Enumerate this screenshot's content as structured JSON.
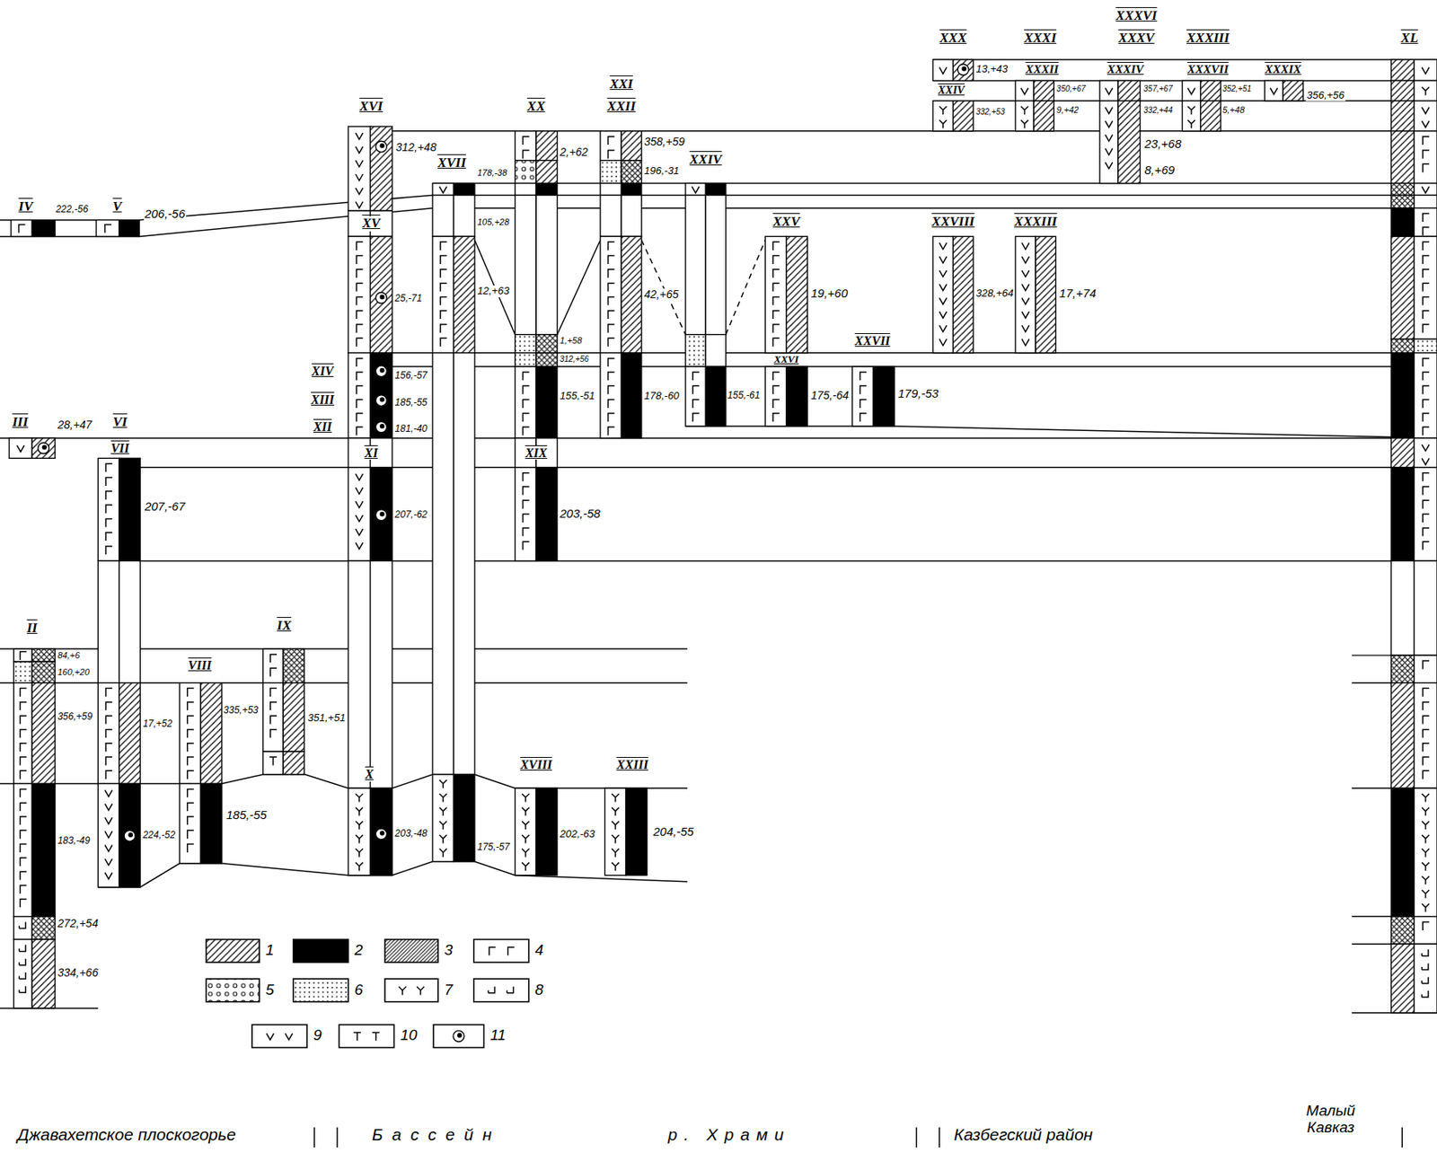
{
  "diagram": {
    "labels": [
      "IV",
      "222,-56",
      "V",
      "206,-56",
      "XVI",
      "312,+48",
      "XV",
      "25,-71",
      "XIV",
      "XIII",
      "XII",
      "156,-57",
      "185,-55",
      "181,-40",
      "III",
      "28,+47",
      "VI",
      "VII",
      "207,-67",
      "XI",
      "207,-62",
      "XVII",
      "178,-38",
      "105,+28",
      "12,+63",
      "XX",
      "2,+62",
      "1,+58",
      "312,+56",
      "155,-51",
      "XIX",
      "203,-58",
      "XXI",
      "XXII",
      "358,+59",
      "196,-31",
      "42,+65",
      "178,-60",
      "XXIV",
      "155,-61",
      "XXV",
      "19,+60",
      "XXVI",
      "175,-64",
      "XXVII",
      "179,-53",
      "XXVIII",
      "328,+64",
      "XXXIII",
      "17,+74",
      "XXX",
      "XXXI",
      "XXXVI",
      "XXXV",
      "XXXIII",
      "XL",
      "13,+43",
      "XXXII",
      "XXXIV",
      "XXXVII",
      "XXXIX",
      "XXIV",
      "332,+53",
      "350,+67",
      "9,+42",
      "357,+67",
      "332,+44",
      "352,+51",
      "5,+48",
      "356,+56",
      "23,+68",
      "8,+69",
      "II",
      "84,+6",
      "160,+20",
      "356,+59",
      "17,+52",
      "VIII",
      "335,+53",
      "IX",
      "351,+51",
      "183,-49",
      "224,-52",
      "185,-55",
      "X",
      "203,-48",
      "175,-57",
      "XVIII",
      "202,-63",
      "XXIII",
      "204,-55",
      "272,+54",
      "334,+66",
      "Джавахетское плоскогорье",
      "Бассейн",
      "р. Храми",
      "Казбегский район",
      "Малый Кавказ"
    ],
    "legend": [
      {
        "text": "1"
      },
      {
        "text": "2",
        "color": "#000000"
      },
      {
        "text": "3"
      },
      {
        "text": "4"
      },
      {
        "text": "5"
      },
      {
        "text": "6"
      },
      {
        "text": "7"
      },
      {
        "text": "8"
      },
      {
        "text": "9"
      },
      {
        "text": "10"
      },
      {
        "text": "11"
      }
    ]
  }
}
